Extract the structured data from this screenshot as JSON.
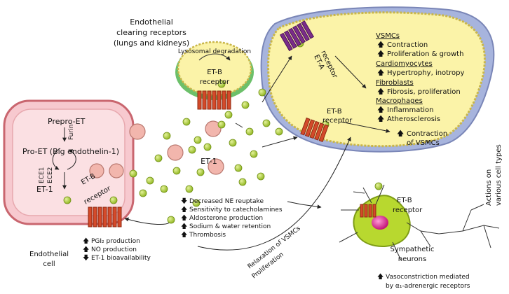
{
  "endothelial_cell": {
    "prepro_et": "Prepro-ET",
    "furin": "Furin",
    "pro_et": "Pro-ET (Big endothelin-1)",
    "ece1": "ECE1",
    "ece2": "ECE2",
    "et1": "ET-1",
    "label_line1": "Endothelial",
    "label_line2": "cell",
    "etb_receptor_line1": "ET-B",
    "etb_receptor_line2": "receptor",
    "effects": [
      "PGI₂ production",
      "NO production",
      "ET-1 bioavailability"
    ]
  },
  "clearing": {
    "title_line1": "Endothelial",
    "title_line2": "clearing receptors",
    "title_line3": "(lungs and kidneys)",
    "lysosomal": "Lysosomal degradation",
    "receptor_line1": "ET-B",
    "receptor_line2": "receptor"
  },
  "center": {
    "et1_label": "ET-1",
    "effects": [
      "Decreased NE reuptake",
      "Sensitivity to catecholamines",
      "Aldosterone production",
      "Sodium & water retention",
      "Thrombosis"
    ]
  },
  "target_cell": {
    "eta_line1": "ET-A",
    "eta_line2": "receptor",
    "etb_line1": "ET-B",
    "etb_line2": "receptor",
    "vsmcs_heading": "VSMCs",
    "vsmcs_items": [
      "Contraction",
      "Proliferation & growth"
    ],
    "cardio_heading": "Cardiomyocytes",
    "cardio_items": [
      "Hypertrophy, inotropy"
    ],
    "fibro_heading": "Fibroblasts",
    "fibro_items": [
      "Fibrosis, proliferation"
    ],
    "macro_heading": "Macrophages",
    "macro_items": [
      "Inflammation",
      "Atherosclerosis"
    ],
    "etb_effect_line1": "Contraction",
    "etb_effect_line2": "of VSMCs"
  },
  "side_label": {
    "line1": "Actions on",
    "line2": "various cell types"
  },
  "bottom_arrow": {
    "line1": "Relaxation of VSMCs",
    "line2": "Proliferation"
  },
  "neuron": {
    "receptor_line1": "ET-B",
    "receptor_line2": "receptor",
    "label_line1": "Sympathetic",
    "label_line2": "neurons",
    "effect_line1": "Vasoconstriction mediated",
    "effect_line2": "by α₁-adrenergic receptors"
  },
  "colors": {
    "endothelial_fill": "#f7c9cf",
    "endothelial_stroke": "#c9666f",
    "vesicle_fill": "#f2b6ad",
    "target_fill": "#fbf3a8",
    "target_blue": "#a7b4dd",
    "ligand": "#a9cc2c",
    "receptor_red": "#d44a2a",
    "receptor_purple": "#7a2c8a",
    "neuron_green": "#b8d82f"
  }
}
